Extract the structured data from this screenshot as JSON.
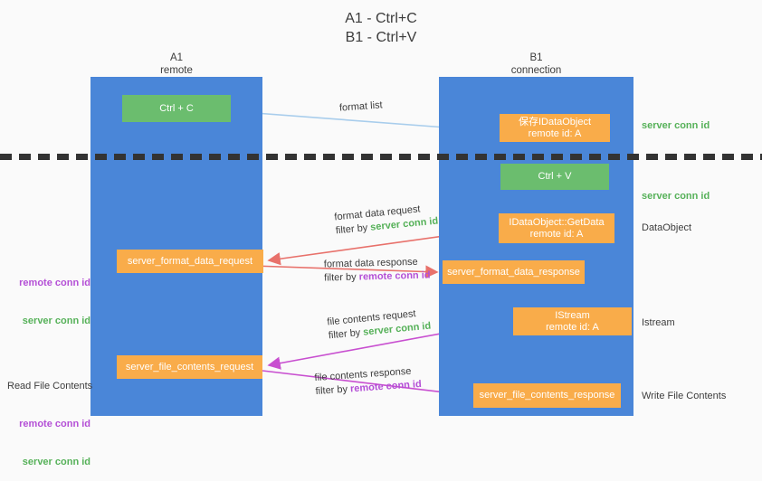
{
  "title": "A1 - Ctrl+C\nB1 - Ctrl+V",
  "colors": {
    "lane": "#4a86d8",
    "green_box": "#6bbd6e",
    "orange_box": "#f9ac4a",
    "server_conn_id": "#56b159",
    "remote_conn_id": "#b44fd6",
    "arrow_red": "#e8716b",
    "arrow_magenta": "#c84fd0",
    "arrow_lightblue": "#a8cdec",
    "arrow_black": "#111111",
    "divider": "#333333",
    "background": "#fafafa",
    "text": "#3c3c3c"
  },
  "lanes": [
    {
      "id": "a1",
      "title": "A1",
      "subtitle": "remote"
    },
    {
      "id": "b1",
      "title": "B1",
      "subtitle": "connection"
    }
  ],
  "headers": {
    "a1": "A1\nremote",
    "b1": "B1\nconnection"
  },
  "boxes": {
    "ctrl_c": {
      "label": "Ctrl + C",
      "color": "green"
    },
    "idataobject": {
      "label": "保存IDataObject\nremote id: A",
      "color": "orange"
    },
    "ctrl_v": {
      "label": "Ctrl + V",
      "color": "green"
    },
    "getdata": {
      "label": "IDataObject::GetData\nremote id: A",
      "color": "orange"
    },
    "fmt_request": {
      "label": "server_format_data_request",
      "color": "orange"
    },
    "fmt_response": {
      "label": "server_format_data_response",
      "color": "orange"
    },
    "istream": {
      "label": "IStream\nremote id: A",
      "color": "orange"
    },
    "file_request": {
      "label": "server_file_contents_request",
      "color": "orange"
    },
    "file_response": {
      "label": "server_file_contents_response",
      "color": "orange"
    }
  },
  "edge_labels": {
    "format_list": {
      "line1": "format list"
    },
    "format_data_req": {
      "line1": "format data request",
      "filter_prefix": "filter by ",
      "filter_value": "server conn id",
      "filter_kind": "server"
    },
    "format_data_resp": {
      "line1": "format data response",
      "filter_prefix": "filter by ",
      "filter_value": "remote conn id",
      "filter_kind": "remote"
    },
    "file_contents_req": {
      "line1": "file contents request",
      "filter_prefix": "filter by ",
      "filter_value": "server conn id",
      "filter_kind": "server"
    },
    "file_contents_resp": {
      "line1": "file contents response",
      "filter_prefix": "filter by ",
      "filter_value": "remote conn id",
      "filter_kind": "remote"
    }
  },
  "side_notes": {
    "left_format": {
      "remote": "remote conn id",
      "server": "server conn id"
    },
    "left_file": {
      "heading": "Read File Contents",
      "remote": "remote conn id",
      "server": "server conn id"
    },
    "right_clip": {
      "text": "server conn id"
    },
    "right_paste": {
      "text": "server conn id"
    },
    "right_dataobject": {
      "text": "DataObject"
    },
    "right_istream": {
      "text": "Istream"
    },
    "right_write": {
      "text": "Write File Contents"
    }
  }
}
